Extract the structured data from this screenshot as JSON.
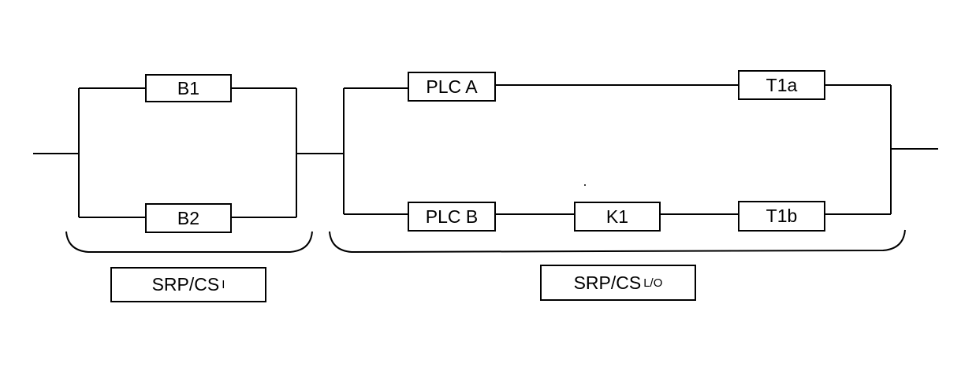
{
  "blocks": {
    "b1": "B1",
    "b2": "B2",
    "plc_a": "PLC A",
    "plc_b": "PLC B",
    "k1": "K1",
    "t1a": "T1a",
    "t1b": "T1b"
  },
  "groups": {
    "input": {
      "main": "SRP/CS",
      "sub": "I"
    },
    "logic_output": {
      "main": "SRP/CS",
      "sub": "L/O"
    }
  }
}
